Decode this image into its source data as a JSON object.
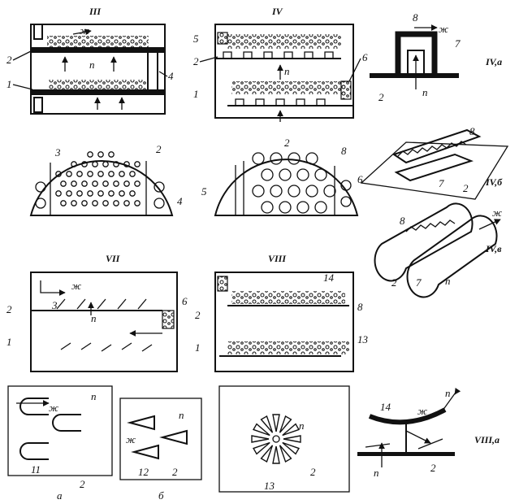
{
  "titles": {
    "p3": "III",
    "p4": "IV",
    "p7": "VII",
    "p8": "VIII",
    "p4a": "IV,a",
    "p4b": "IV,б",
    "p4v": "IV,в",
    "p8a": "VIII,a",
    "sub_a": "а",
    "sub_b": "б"
  },
  "labels": {
    "zh": "ж",
    "p": "п",
    "n1": "1",
    "n2": "2",
    "n3": "3",
    "n4": "4",
    "n5": "5",
    "n6": "6",
    "n7": "7",
    "n8": "8",
    "n11": "11",
    "n12": "12",
    "n13": "13",
    "n14": "14"
  }
}
